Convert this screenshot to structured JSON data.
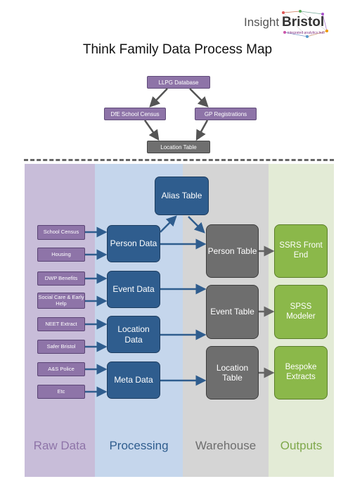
{
  "logo": {
    "word1": "Insight",
    "word2": "Bristol",
    "tagline": "integrated analytics hub"
  },
  "title": "Think Family Data Process Map",
  "sources": {
    "llpg": "LLPG Database",
    "dfe": "DfE School Census",
    "gp": "GP Registrations",
    "location_table": "Location Table"
  },
  "columns": {
    "raw": "Raw Data",
    "processing": "Processing",
    "warehouse": "Warehouse",
    "outputs": "Outputs"
  },
  "colors": {
    "raw": "#c8bdd9",
    "processing": "#c5d6ec",
    "warehouse": "#d5d5d5",
    "outputs": "#e3ebd6",
    "raw_box": "#8e74a8",
    "processing_box": "#2f5d8e",
    "warehouse_box": "#6e6e6e",
    "output_box": "#8bb84a",
    "raw_label": "#8e74a8",
    "processing_label": "#2f5d8e",
    "warehouse_label": "#6e6e6e",
    "outputs_label": "#7ea84a"
  },
  "raw_items": [
    "School Census",
    "Housing",
    "DWP Benefits",
    "Social Care & Early Help",
    "NEET Extract",
    "Safer Bristol",
    "A&S Police",
    "Etc"
  ],
  "processing_items": [
    "Alias Table",
    "Person Data",
    "Event Data",
    "Location Data",
    "Meta Data"
  ],
  "warehouse_items": [
    "Person Table",
    "Event Table",
    "Location Table"
  ],
  "output_items": [
    "SSRS Front End",
    "SPSS Modeler",
    "Bespoke Extracts"
  ]
}
